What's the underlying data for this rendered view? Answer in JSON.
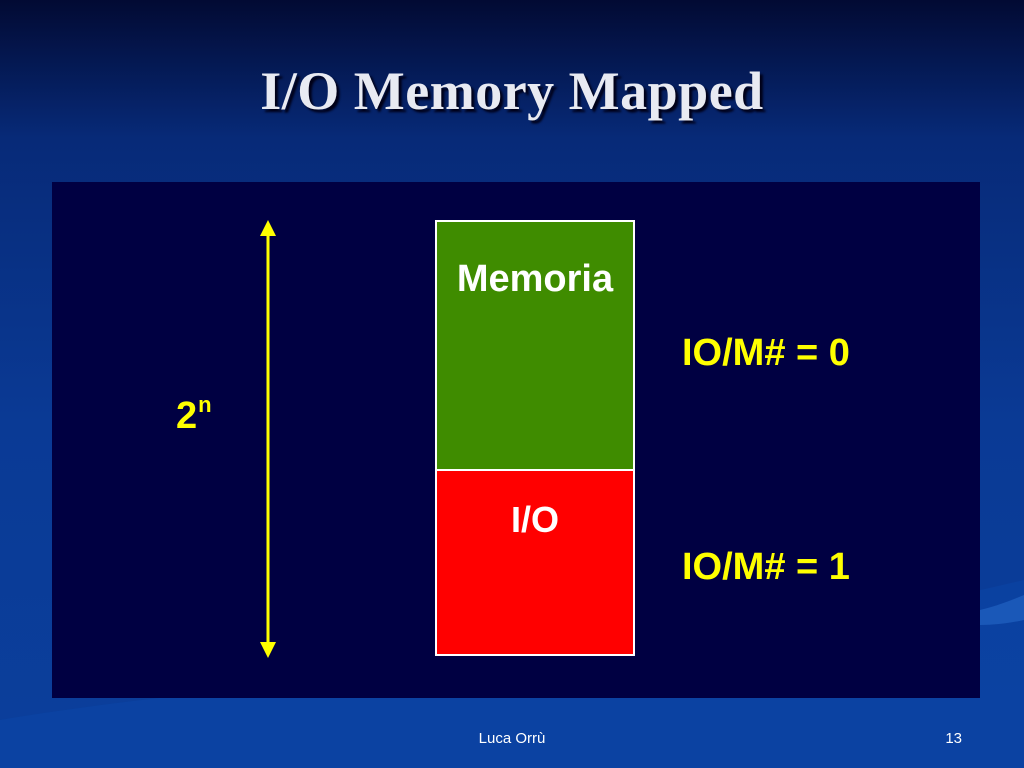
{
  "slide": {
    "title": "I/O Memory Mapped",
    "footer_author": "Luca Orrù",
    "page_number": "13"
  },
  "diagram": {
    "size_label_base": "2",
    "size_label_exponent": "n",
    "memory_block_label": "Memoria",
    "io_block_label": "I/O",
    "memory_signal_label": "IO/M# = 0",
    "io_signal_label": "IO/M# = 1"
  },
  "colors": {
    "memory_block": "#3f8c00",
    "io_block": "#ff0000",
    "label_yellow": "#ffff00",
    "panel": "#000042"
  }
}
